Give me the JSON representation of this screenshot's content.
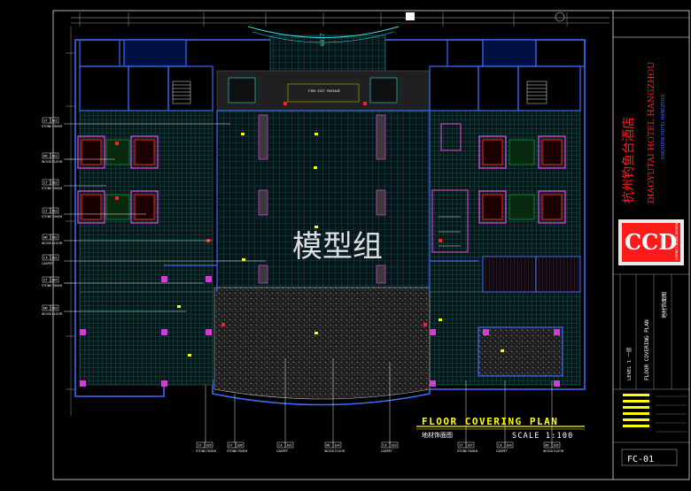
{
  "drawing": {
    "title_en": "FLOOR  COVERING  PLAN",
    "title_cn": "地材饰面图",
    "scale": "SCALE 1:100",
    "watermark": "模型组",
    "hotel_cn": "杭州钓鱼台酒店",
    "hotel_en": "DIAOYUTAI HOTEL HANGZHOU",
    "hotel_sub": "DIAOYUTAI HOTEL HANGZHOU",
    "logo": "CCD",
    "logo_sub": "CHENG CHUNG DESIGN",
    "sheet_no": "FC-01",
    "side_labels": [
      "FLOOR COVERING PLAN",
      "地材饰面图",
      "LEVEL 1 一层"
    ],
    "center_label": "FIRE EXIT PASSAGE",
    "dimension": "6977"
  },
  "left_tags": [
    {
      "code": "ST",
      "num": "101",
      "text": "STONE FINISH"
    },
    {
      "code": "WD",
      "num": "101",
      "text": "WOOD FLOOR"
    },
    {
      "code": "ST",
      "num": "102",
      "text": "STONE FINISH"
    },
    {
      "code": "ST",
      "num": "103",
      "text": "STONE FINISH"
    },
    {
      "code": "WD",
      "num": "102",
      "text": "WOOD FLOOR"
    },
    {
      "code": "CA",
      "num": "101",
      "text": "CARPET"
    },
    {
      "code": "ST",
      "num": "104",
      "text": "STONE FINISH"
    },
    {
      "code": "WD",
      "num": "103",
      "text": "WOOD FLOOR"
    }
  ],
  "bottom_tags": [
    {
      "code": "ST",
      "num": "105",
      "text": "STONE FINISH"
    },
    {
      "code": "ST",
      "num": "106",
      "text": "STONE FINISH"
    },
    {
      "code": "CA",
      "num": "102",
      "text": "CARPET"
    },
    {
      "code": "WD",
      "num": "104",
      "text": "WOOD FLOOR"
    },
    {
      "code": "CA",
      "num": "103",
      "text": "CARPET"
    },
    {
      "code": "ST",
      "num": "107",
      "text": "STONE FINISH"
    },
    {
      "code": "CA",
      "num": "104",
      "text": "CARPET"
    },
    {
      "code": "WD",
      "num": "105",
      "text": "WOOD FLOOR"
    }
  ],
  "colors": {
    "bg": "#000000",
    "wall": "#3a6cff",
    "wall_magenta": "#d040d0",
    "red": "#ff2020",
    "yellow": "#ffff00",
    "green": "#00c050",
    "cyan": "#30e0e0",
    "white": "#e8e8e8"
  }
}
